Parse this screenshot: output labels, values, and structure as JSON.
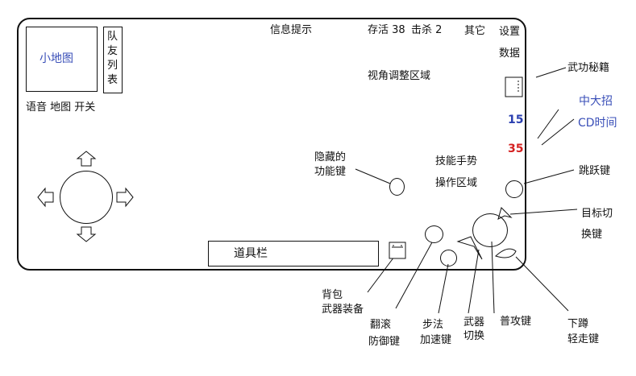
{
  "hud": {
    "minimap_label": "小地图",
    "team_list_chars": [
      "队",
      "友",
      "列",
      "表"
    ],
    "voice_map_switch": "语音 地图 开关",
    "info_tip": "信息提示",
    "alive": "存活 38",
    "kills": "击杀 2",
    "other": "其它",
    "settings": "设置",
    "data": "数据",
    "camera_area": "视角调整区域",
    "cd_value_1": "15",
    "cd_value_2": "35",
    "hidden_func_line1": "隐藏的",
    "hidden_func_line2": "功能键",
    "skill_gesture_line1": "技能手势",
    "skill_gesture_line2": "操作区域",
    "item_bar": "道具栏"
  },
  "callouts": {
    "martial_arts": "武功秘籍",
    "ultimate_line1": "中大招",
    "ultimate_line2": "CD时间",
    "jump": "跳跃键",
    "target_switch_line1": "目标切",
    "target_switch_line2": "换键",
    "backpack_line1": "背包",
    "backpack_line2": "武器装备",
    "roll_line1": "翻滚",
    "roll_line2": "防御键",
    "steps_line1": "步法",
    "steps_line2": "加速键",
    "weapon_switch_line1": "武器",
    "weapon_switch_line2": "切换",
    "attack": "普攻键",
    "crouch_line1": "下蹲",
    "crouch_line2": "轻走键"
  },
  "colors": {
    "accent_blue": "#3a4fb8",
    "cd_blue": "#2a3fb0",
    "cd_red": "#d42020"
  }
}
